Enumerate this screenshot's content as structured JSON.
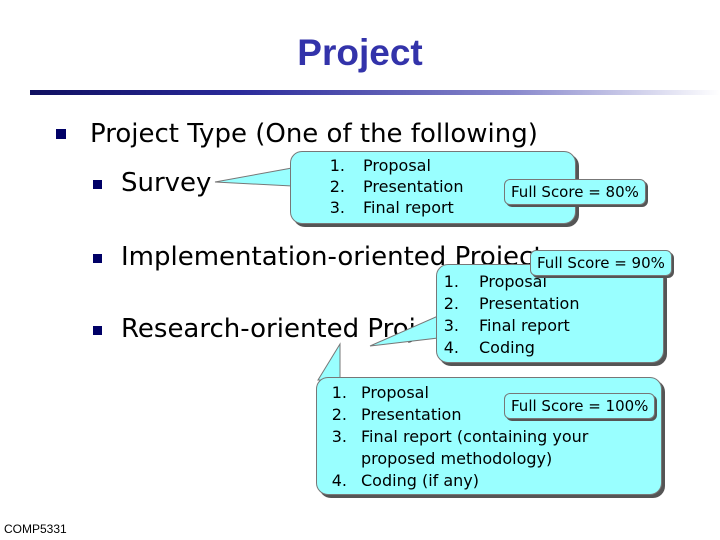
{
  "slide": {
    "title": "Project",
    "heading": "Project Type (One of the following)",
    "items": [
      {
        "label": "Survey"
      },
      {
        "label": "Implementation-oriented Project"
      },
      {
        "label": "Research-oriented Project"
      }
    ],
    "footer": "COMP5331"
  },
  "callouts": {
    "survey": {
      "steps": [
        "Proposal",
        "Presentation",
        "Final report"
      ],
      "score": "Full Score = 80%"
    },
    "implementation": {
      "steps": [
        "Proposal",
        "Presentation",
        "Final report",
        "Coding"
      ],
      "score": "Full Score = 90%"
    },
    "research": {
      "steps": [
        "Proposal",
        "Presentation",
        "Final report (containing your",
        "proposed methodology)",
        "Coding (if any)"
      ],
      "score": "Full Score = 100%"
    }
  },
  "colors": {
    "title": "#3333aa",
    "callout_fill": "#99ffff",
    "bullet": "#000066"
  }
}
